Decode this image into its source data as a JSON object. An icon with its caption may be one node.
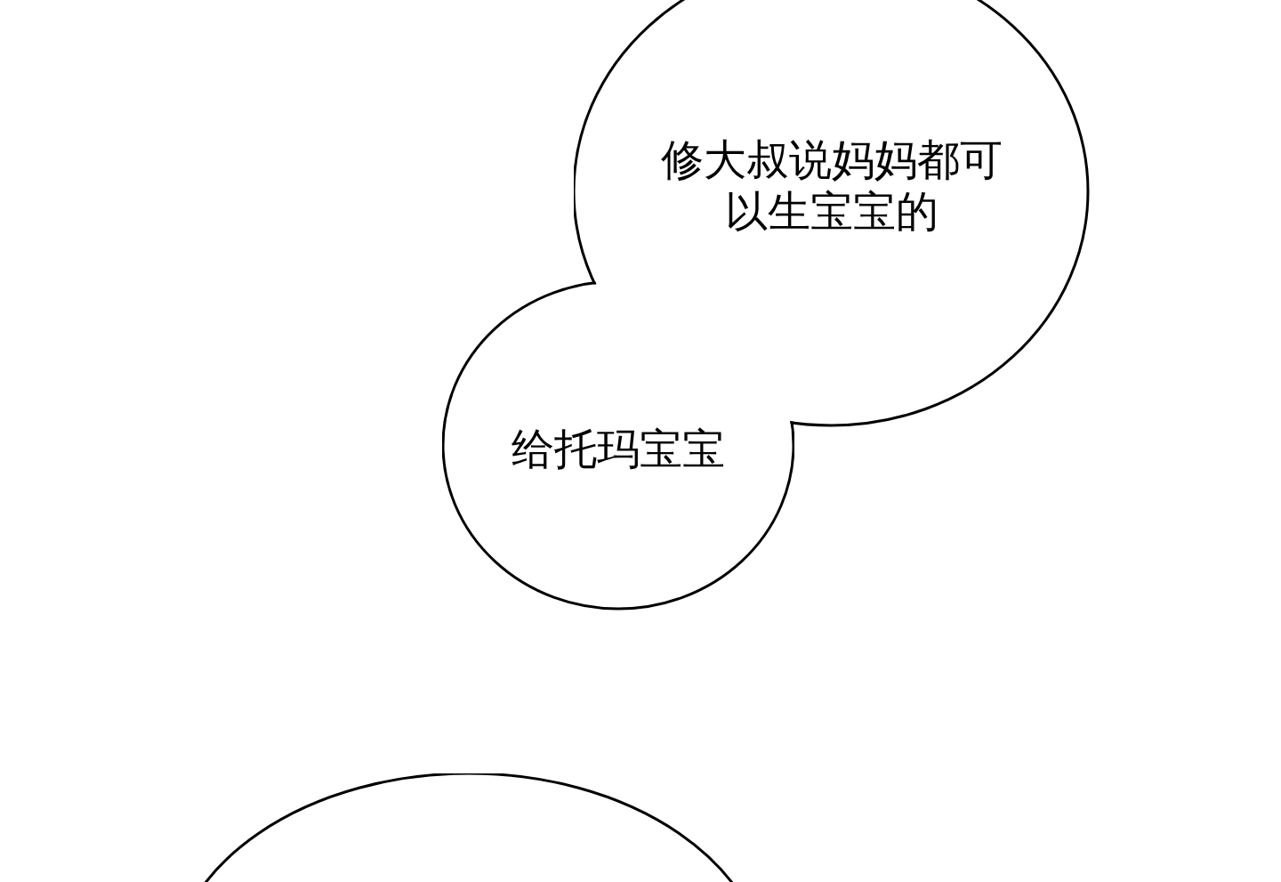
{
  "diagram": {
    "nodes": [
      {
        "text": [
          "修大叔说妈妈都可以生宝宝的"
        ]
      },
      {
        "text": [
          "给托玛宝宝"
        ]
      },
      {
        "text": [],
        "shape": "circle"
      }
    ],
    "edges": []
  }
}
